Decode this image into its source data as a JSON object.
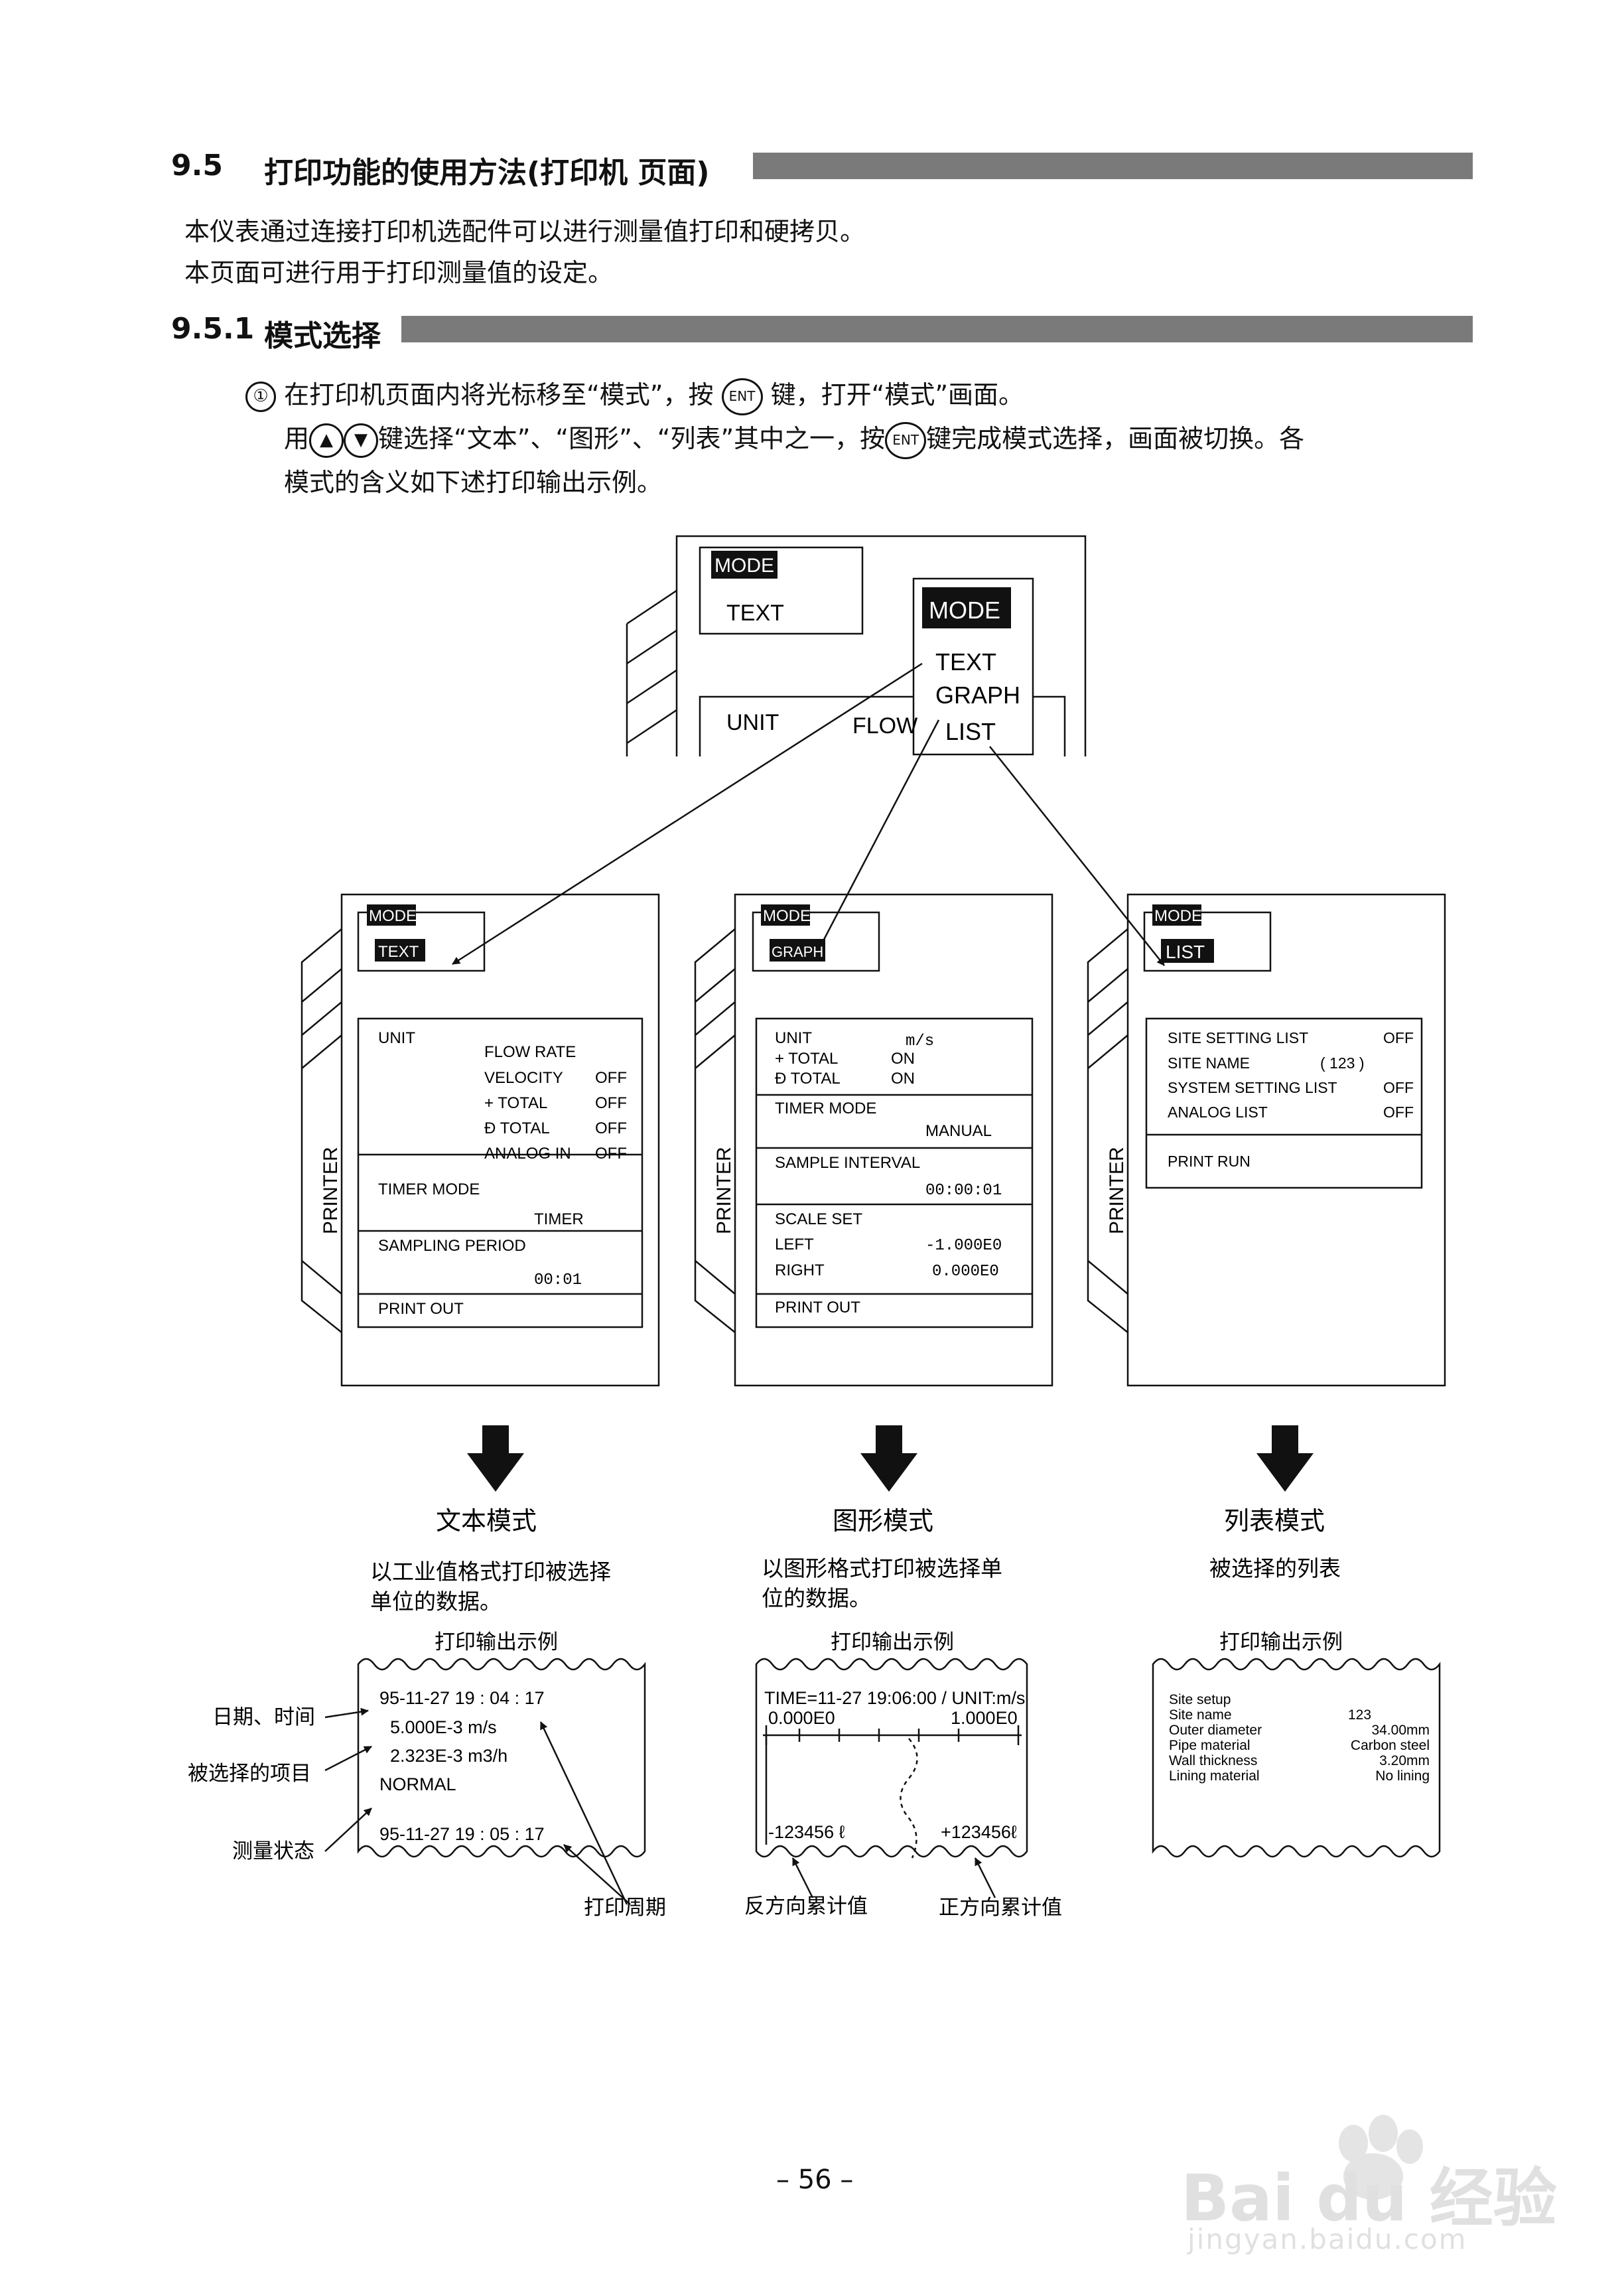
{
  "section": {
    "number": "9.5",
    "title": "打印功能的使用方法(打印机 页面)"
  },
  "intro": [
    "本仪表通过连接打印机选配件可以进行测量值打印和硬拷贝。",
    "本页面可进行用于打印测量值的设定。"
  ],
  "subsection": {
    "number": "9.5.1",
    "title": "模式选择"
  },
  "step": {
    "marker": "①",
    "line1_a": "在打印机页面内将光标移至“模式”，按",
    "line1_b": "键，打开“模式”画面。",
    "line2_a": "用",
    "line2_b": "键选择“文本”、“图形”、“列表”其中之一，按",
    "line2_c": "键完成模式选择，画面被切换。各",
    "line3": "模式的含义如下述打印输出示例。",
    "ent_key": "ENT",
    "up_key": "▲",
    "down_key": "▼"
  },
  "top_screen": {
    "mode_label": "MODE",
    "mode_value": "TEXT",
    "popup_title": "MODE",
    "options": [
      "TEXT",
      "GRAPH",
      "LIST"
    ],
    "unit": "UNIT",
    "flow": "FLOW"
  },
  "panels": {
    "side_label": "PRINTER",
    "text": {
      "mode": "MODE",
      "value": "TEXT",
      "unit": "UNIT",
      "flow_rate": "FLOW  RATE",
      "rows": [
        {
          "k": "VELOCITY",
          "v": "OFF"
        },
        {
          "k": "+ TOTAL",
          "v": "OFF"
        },
        {
          "k": "Ð TOTAL",
          "v": "OFF"
        },
        {
          "k": "ANALOG IN",
          "v": "OFF"
        }
      ],
      "timer_mode": "TIMER MODE",
      "timer_val": "TIMER",
      "sampling": "SAMPLING  PERIOD",
      "sampling_val": "00:01",
      "print_out": "PRINT  OUT"
    },
    "graph": {
      "mode": "MODE",
      "value": "GRAPH",
      "unit": "UNIT",
      "unit_val": "m/s",
      "total_p": "+ TOTAL",
      "total_p_v": "ON",
      "total_m": "Ð TOTAL",
      "total_m_v": "ON",
      "timer_mode": "TIMER MODE",
      "timer_val": "MANUAL",
      "sample": "SAMPLE  INTERVAL",
      "sample_val": "00:00:01",
      "scale": "SCALE  SET",
      "left": "LEFT",
      "left_val": "-1.000E0",
      "right": "RIGHT",
      "right_val": "0.000E0",
      "print_out": "PRINT  OUT"
    },
    "list": {
      "mode": "MODE",
      "value": "LIST",
      "rows": [
        {
          "k": "SITE SETTING LIST",
          "v": "OFF"
        },
        {
          "k": "SITE NAME",
          "v": "( 123          )"
        },
        {
          "k": "SYSTEM SETTING LIST",
          "v": "OFF"
        },
        {
          "k": "ANALOG LIST",
          "v": "OFF"
        }
      ],
      "print_run": "PRINT RUN"
    }
  },
  "modes": [
    {
      "title": "文本模式",
      "desc": [
        "以工业值格式打印被选择",
        "单位的数据。"
      ],
      "sample": "打印输出示例"
    },
    {
      "title": "图形模式",
      "desc": [
        "以图形格式打印被选择单",
        "位的数据。"
      ],
      "sample": "打印输出示例"
    },
    {
      "title": "列表模式",
      "desc": [
        "被选择的列表"
      ],
      "sample": "打印输出示例"
    }
  ],
  "text_sample": {
    "l1": "95-11-27   19 : 04 : 17",
    "l2": "5.000E-3    m/s",
    "l3": "2.323E-3    m3/h",
    "l4": "NORMAL",
    "l5": "95-11-27   19 : 05 : 17",
    "ann_date": "日期、时间",
    "ann_items": "被选择的项目",
    "ann_state": "测量状态",
    "ann_period": "打印周期"
  },
  "graph_sample": {
    "header": "TIME=11-27 19:06:00 / UNIT:m/s",
    "left": "0.000E0",
    "right": "1.000E0",
    "neg": "-123456 ℓ",
    "pos": "+123456ℓ",
    "ann_neg": "反方向累计值",
    "ann_pos": "正方向累计值"
  },
  "list_sample": {
    "rows": [
      {
        "k": "Site setup",
        "v": ""
      },
      {
        "k": "Site name",
        "v": "123"
      },
      {
        "k": "Outer diameter",
        "v": "34.00mm"
      },
      {
        "k": "Pipe material",
        "v": "Carbon steel"
      },
      {
        "k": "Wall thickness",
        "v": "3.20mm"
      },
      {
        "k": "Lining material",
        "v": "No lining"
      }
    ]
  },
  "page_number": "– 56 –",
  "watermark": {
    "brand": "Bai du 经验",
    "url": "jingyan.baidu.com"
  }
}
